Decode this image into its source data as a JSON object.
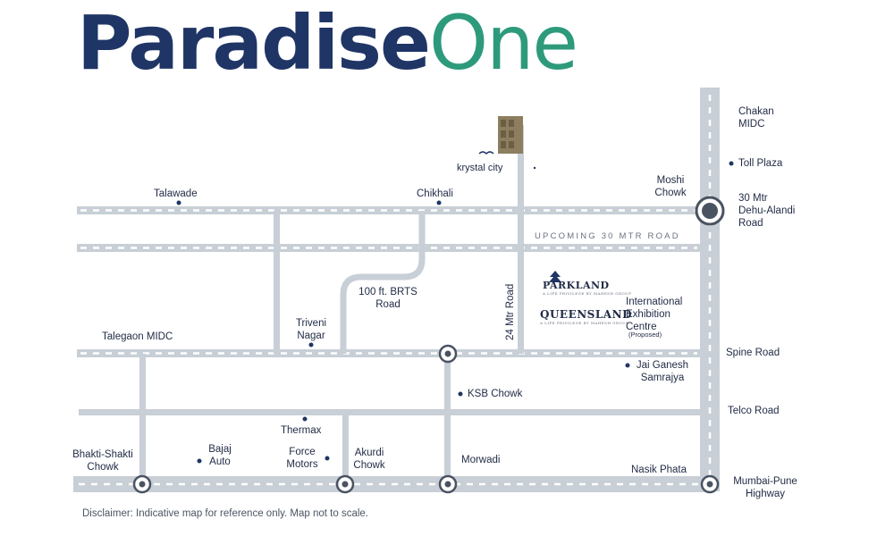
{
  "brand": {
    "part1": "Paradise",
    "part2": "One"
  },
  "colors": {
    "road": "#c8cfd6",
    "dash": "#ffffff",
    "dot": "#1f3566",
    "junction_ring": "#4a5361",
    "junction_fill": "#ffffff",
    "brand_dark": "#1f3566",
    "brand_green": "#2e9a7c"
  },
  "roads": {
    "upcoming": "UPCOMING 30 MTR ROAD",
    "mtr24": "24 Mtr Road",
    "brts": "100 ft. BRTS\nRoad",
    "dehu_alandi": "30 Mtr\nDehu-Alandi\nRoad",
    "spine": "Spine Road",
    "telco": "Telco Road",
    "mumbai_pune": "Mumbai-Pune\nHighway"
  },
  "places": {
    "chakan": "Chakan\nMIDC",
    "toll": "Toll Plaza",
    "moshi": "Moshi\nChowk",
    "talawade": "Talawade",
    "chikhali": "Chikhali",
    "krystal": "krystal city",
    "triveni": "Triveni\nNagar",
    "talegaon": "Talegaon MIDC",
    "exhibition": "International\nExhibition\nCentre",
    "exhibition_note": "(Proposed)",
    "jai_ganesh": "Jai Ganesh\nSamrajya",
    "ksb": "KSB Chowk",
    "thermax": "Thermax",
    "bajaj": "Bajaj\nAuto",
    "force": "Force\nMotors",
    "akurdi": "Akurdi\nChowk",
    "bhakti": "Bhakti-Shakti\nChowk",
    "morwadi": "Morwadi",
    "nasik": "Nasik Phata"
  },
  "projects": {
    "parkland": "PARKLAND",
    "parkland_sub": "A LIFE PRIVILEGE BY MAHESH GROUP",
    "queensland": "QUEENSLAND",
    "queensland_sub": "A LIFE PRIVILEGE BY MAHESH GROUP"
  },
  "disclaimer": "Disclaimer: Indicative map for reference only. Map not to scale."
}
